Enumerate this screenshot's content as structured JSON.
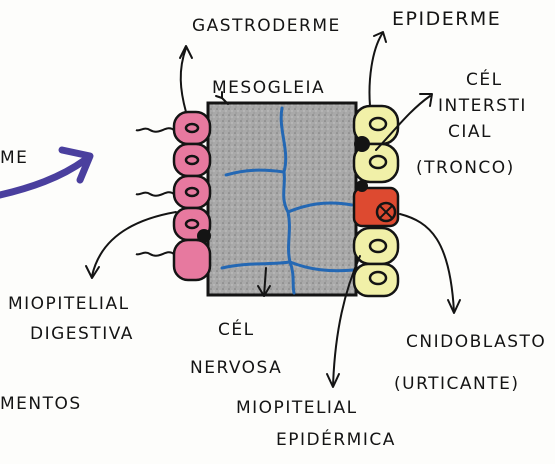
{
  "labels": {
    "gastroderme": "GASTRODERME",
    "epiderme": "EPIDERME",
    "mesogleia": "MESOGLEIA",
    "cel_intersticial": [
      "CÉL",
      "INTERSTI",
      "CIAL",
      "(TRONCO)"
    ],
    "partial_left_top": "ME",
    "miopitelial_digestiva": [
      "MIOPITELIAL",
      "DIGESTIVA"
    ],
    "cel_nervosa": [
      "CÉL",
      "NERVOSA"
    ],
    "cnidoblasto": [
      "CNIDOBLASTO",
      "(URTICANTE)"
    ],
    "miopitelial_epidermica": [
      "MIOPITELIAL",
      "EPIDÉRMICA"
    ],
    "partial_left_bottom": "MENTOS"
  },
  "colors": {
    "gastroderm_cell": "#e7799f",
    "epiderm_cell": "#f1f0a8",
    "cnidoblast_cell": "#dd4a30",
    "mesoglea": "#a9a9a9",
    "nerve": "#2468b4",
    "purple_arrow": "#4a3f9e",
    "ink": "#141414"
  }
}
